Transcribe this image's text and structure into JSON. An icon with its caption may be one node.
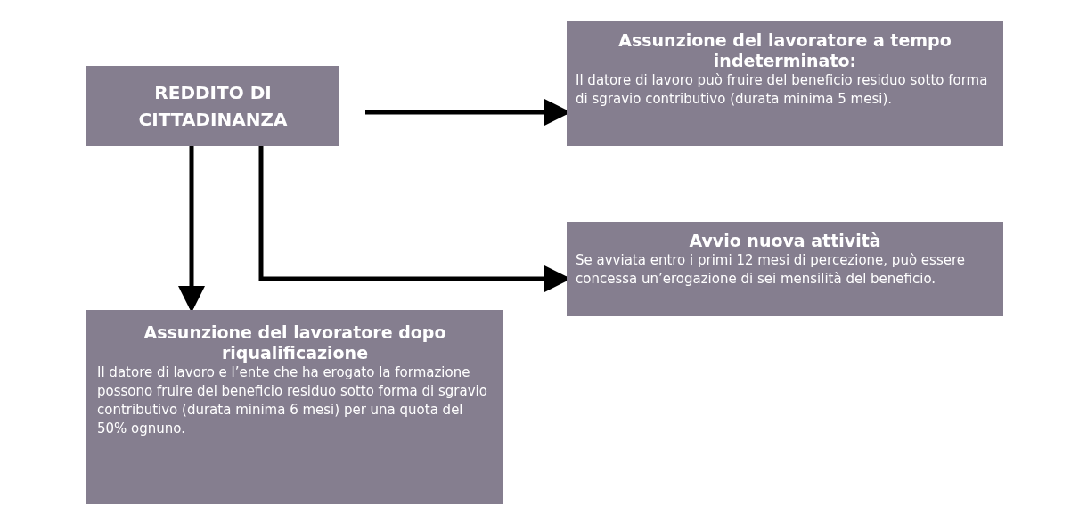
{
  "diagram": {
    "nodes": [
      {
        "text": [
          "REDDITO DI CITTADINANZA"
        ]
      },
      {
        "text": [
          "Assunzione del lavoratore a tempo indeterminato:",
          "Il datore di lavoro può fruire del beneficio residuo sotto forma di sgravio contributivo (durata minima 5 mesi)."
        ]
      },
      {
        "text": [
          "Avvio nuova attività",
          "Se avviata entro i primi 12 mesi di percezione, può essere concessa un’erogazione di sei mensilità del beneficio."
        ]
      },
      {
        "text": [
          "Assunzione del lavoratore dopo riqualificazione",
          "Il datore di lavoro e l’ente che ha erogato la formazione possono fruire del beneficio residuo sotto forma di sgravio contributivo (durata minima 6 mesi) per una quota del 50% ognuno."
        ]
      }
    ],
    "edges": [
      {
        "from": 0,
        "to": 1,
        "arrow": "to"
      },
      {
        "from": 0,
        "to": 3,
        "arrow": "to"
      },
      {
        "from": 0,
        "to": 2,
        "arrow": "to"
      }
    ]
  }
}
